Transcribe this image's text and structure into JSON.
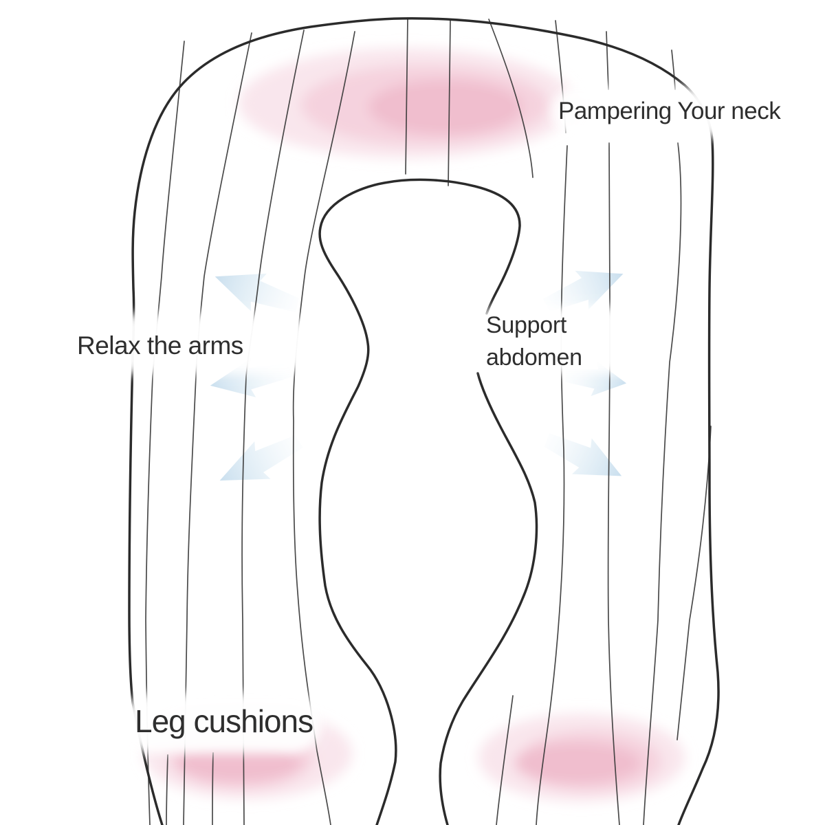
{
  "meta": {
    "type": "product-infographic",
    "subject": "U-shaped full body pregnancy pillow feature diagram"
  },
  "labels": {
    "neck": "Pampering Your neck",
    "arms": "Relax the arms",
    "abdomen": {
      "line1": "Support",
      "line2": "abdomen"
    },
    "legs": "Leg cushions"
  },
  "colors": {
    "background": "#ffffff",
    "ink": "#2e2e2e",
    "outline": "#2b2b2b",
    "quilt_line": "#3a3a3a",
    "pink_glow_outer": "#f8e0e8",
    "pink_glow_mid": "#f4cfdc",
    "pink_glow_core": "#efbccd",
    "arrow_blue_light": "#e3eff7",
    "arrow_blue_dense": "#c3dbec"
  },
  "icons": {
    "left_arrows": [
      "arrow-up-left-icon",
      "arrow-left-icon",
      "arrow-down-left-icon"
    ],
    "right_arrows": [
      "arrow-up-right-icon",
      "arrow-right-icon",
      "arrow-down-right-icon"
    ]
  },
  "highlights": [
    "neck-cushion-glow",
    "left-leg-cushion-glow",
    "right-leg-cushion-glow"
  ]
}
